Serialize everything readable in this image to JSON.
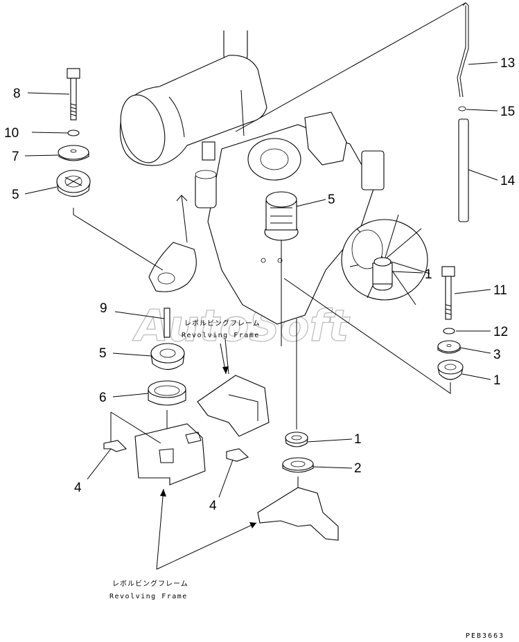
{
  "watermark": "AutoSoft",
  "labels": {
    "frame_upper_jp": "レボルビングフレーム",
    "frame_upper_en": "Revolving Frame",
    "frame_lower_jp": "レボルビングフレーム",
    "frame_lower_en": "Revolving Frame"
  },
  "callouts": [
    {
      "id": "c13",
      "text": "13"
    },
    {
      "id": "c15",
      "text": "15"
    },
    {
      "id": "c14",
      "text": "14"
    },
    {
      "id": "c8",
      "text": "8"
    },
    {
      "id": "c10",
      "text": "10"
    },
    {
      "id": "c7",
      "text": "7"
    },
    {
      "id": "c5a",
      "text": "5"
    },
    {
      "id": "c5b",
      "text": "5"
    },
    {
      "id": "c1a",
      "text": "1"
    },
    {
      "id": "c11",
      "text": "11"
    },
    {
      "id": "c12",
      "text": "12"
    },
    {
      "id": "c3",
      "text": "3"
    },
    {
      "id": "c1b",
      "text": "1"
    },
    {
      "id": "c9",
      "text": "9"
    },
    {
      "id": "c5c",
      "text": "5"
    },
    {
      "id": "c6",
      "text": "6"
    },
    {
      "id": "c1c",
      "text": "1"
    },
    {
      "id": "c2",
      "text": "2"
    },
    {
      "id": "c4a",
      "text": "4"
    },
    {
      "id": "c4b",
      "text": "4"
    }
  ],
  "drawing_code": "PEB3663"
}
